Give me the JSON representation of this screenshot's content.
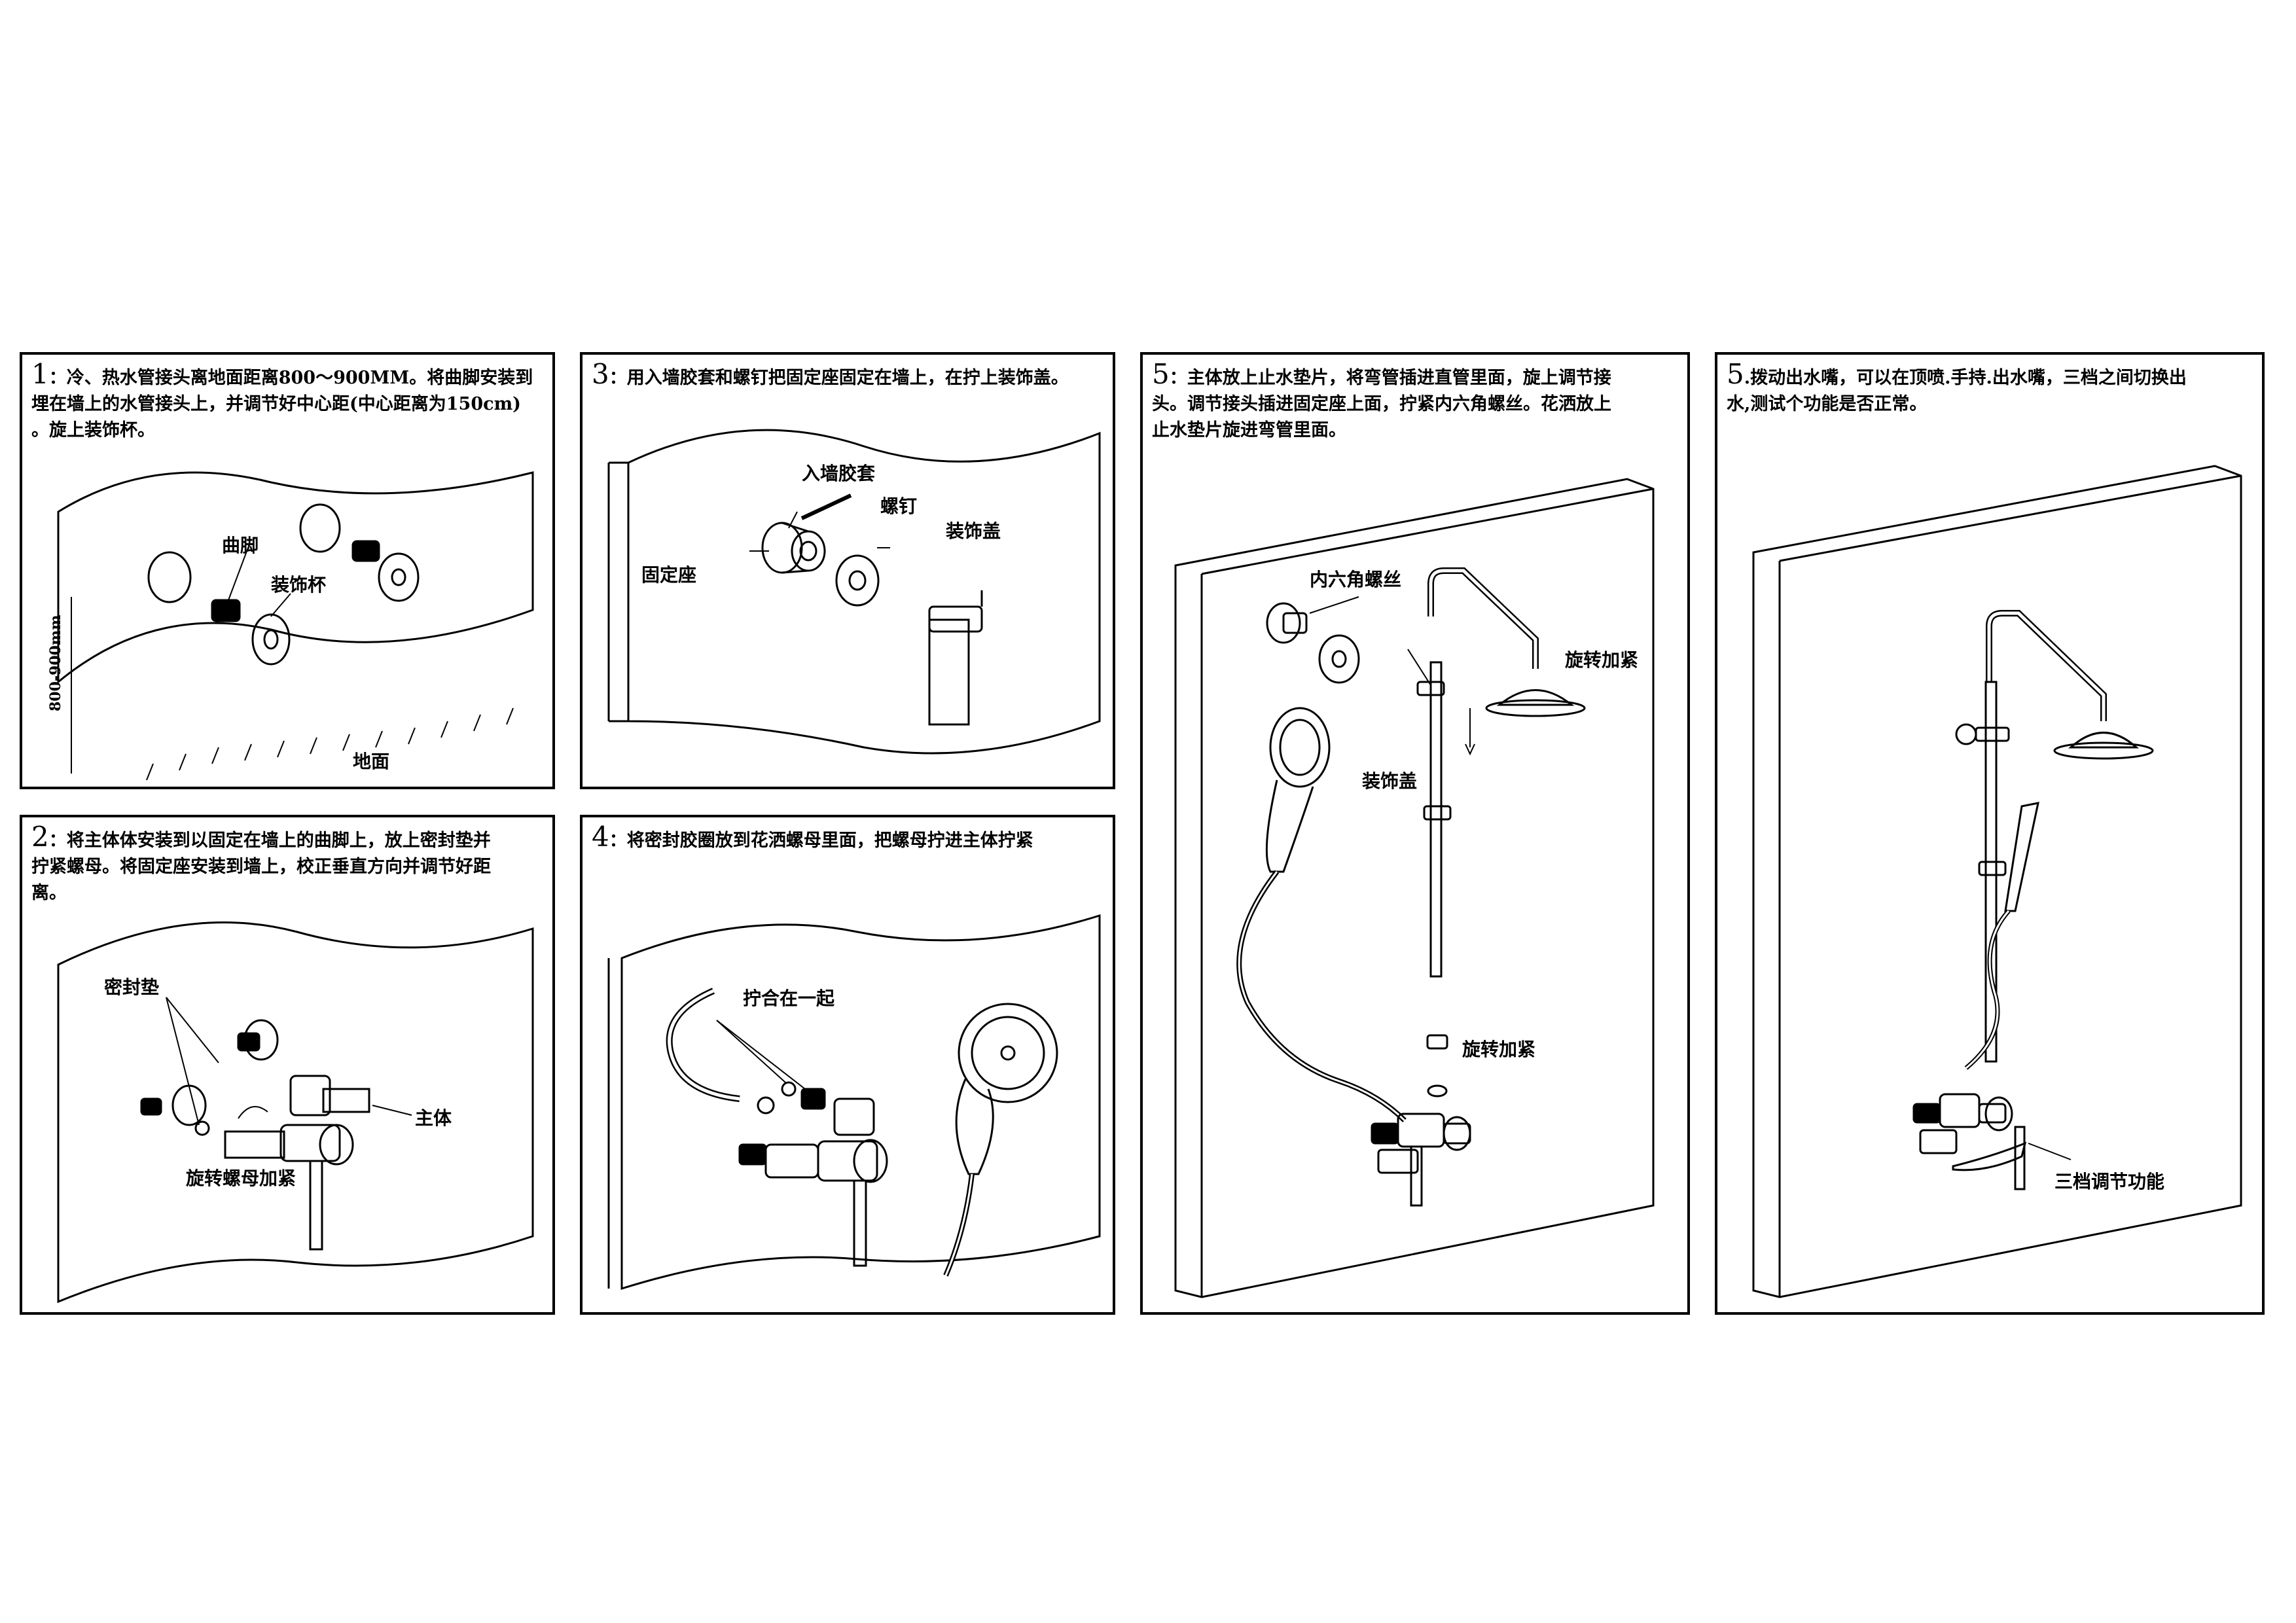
{
  "panels": {
    "p1": {
      "num": "1",
      "text": "：冷、热水管接头离地面距离800～900MM。将曲脚安装到\n埋在墙上的水管接头上，并调节好中心距(中心距离为150cm)\n。旋上装饰杯。",
      "labels": {
        "elbow": "曲脚",
        "cup": "装饰杯",
        "distance": "800-900mm",
        "floor": "地面"
      }
    },
    "p2": {
      "num": "2",
      "text": "：将主体体安装到以固定在墙上的曲脚上，放上密封垫并\n拧紧螺母。将固定座安装到墙上，校正垂直方向并调节好距\n离。",
      "labels": {
        "gasket": "密封垫",
        "body": "主体",
        "tighten": "旋转螺母加紧"
      }
    },
    "p3": {
      "num": "3",
      "text": "：用入墙胶套和螺钉把固定座固定在墙上，在拧上装饰盖。",
      "labels": {
        "anchor": "入墙胶套",
        "screw": "螺钉",
        "cover": "装饰盖",
        "mount": "固定座"
      }
    },
    "p4": {
      "num": "4",
      "text": "：将密封胶圈放到花洒螺母里面，把螺母拧进主体拧紧",
      "labels": {
        "join": "拧合在一起"
      }
    },
    "p5": {
      "num": "5",
      "text": "：主体放上止水垫片，将弯管插进直管里面，旋上调节接\n头。调节接头插进固定座上面，拧紧内六角螺丝。花洒放上\n止水垫片旋进弯管里面。",
      "labels": {
        "hexscrew": "内六角螺丝",
        "rotate_top": "旋转加紧",
        "cover": "装饰盖",
        "rotate_bottom": "旋转加紧"
      }
    },
    "p6": {
      "num": "5",
      "text": ".拨动出水嘴，可以在顶喷.手持.出水嘴，三档之间切换出\n水,测试个功能是否正常。",
      "labels": {
        "three_mode": "三档调节功能"
      }
    }
  }
}
